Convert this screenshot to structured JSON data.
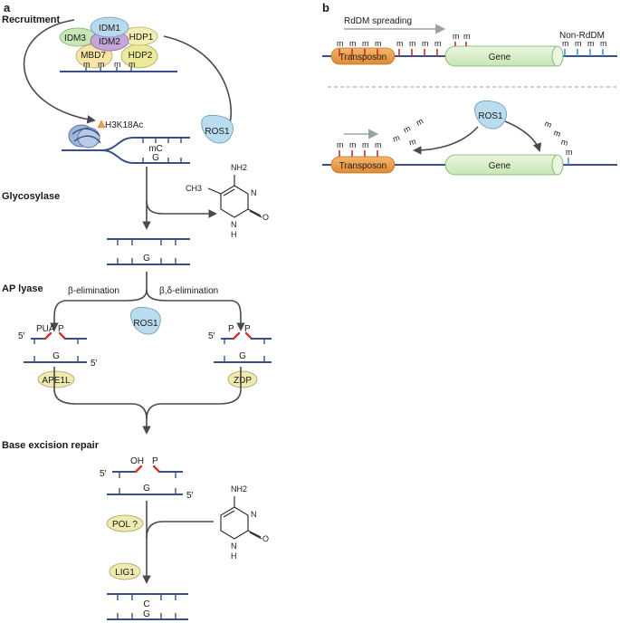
{
  "panel_a": {
    "label": "a",
    "recruitment": "Recruitment",
    "complex": {
      "idm1": "IDM1",
      "idm3": "IDM3",
      "idm2": "IDM2",
      "hdp1": "HDP1",
      "mbd7": "MBD7",
      "hdp2": "HDP2",
      "m": "m"
    },
    "h3k18ac": "H3K18Ac",
    "ros1": "ROS1",
    "mc": "mC",
    "g": "G",
    "glycosylase": "Glycosylase",
    "ch3": "CH3",
    "nh2": "NH2",
    "n": "N",
    "h": "H",
    "o": "O",
    "ap_lyase": "AP lyase",
    "beta_elim": "β-elimination",
    "beta_delta_elim": "β,δ-elimination",
    "pua": "PUA",
    "p": "P",
    "five_prime": "5′",
    "ape1l": "APE1L",
    "zdp": "ZDP",
    "ber": "Base excision repair",
    "oh": "OH",
    "pol": "POL ?",
    "lig1": "LIG1",
    "c": "C"
  },
  "panel_b": {
    "label": "b",
    "rddm": "RdDM spreading",
    "non_rddm": "Non-RdDM",
    "transposon": "Transposon",
    "gene": "Gene",
    "ros1": "ROS1",
    "m": "m"
  },
  "colors": {
    "dna": "#3a4f8c",
    "cut": "#d3322a",
    "enzyme": "#eeeab0",
    "ros1": "#b9dcee",
    "transposon": "#f0a04b",
    "gene": "#d9efc8"
  }
}
